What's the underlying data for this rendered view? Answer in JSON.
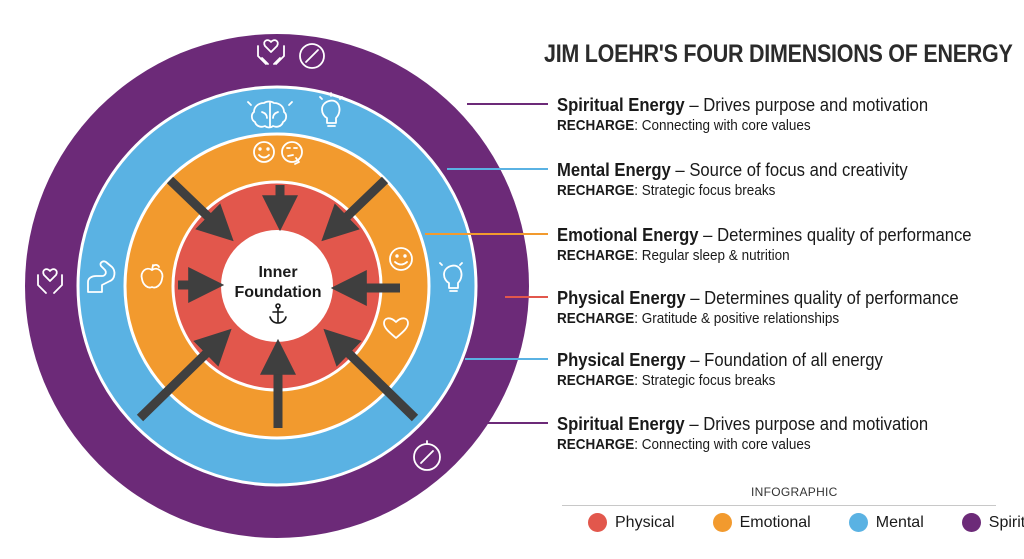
{
  "title": "JIM LOEHR'S FOUR DIMENSIONS OF ENERGY",
  "center": {
    "line1": "Inner",
    "line2": "Foundation"
  },
  "colors": {
    "physical": "#e2574c",
    "emotional": "#f29a2e",
    "mental": "#5ab2e3",
    "spiritual": "#6c2a78",
    "arrow": "#3f3f3f"
  },
  "ring_icons": {
    "spiritual": [
      "hands-heart-icon",
      "compass-icon",
      "hands-heart-icon",
      "compass-icon"
    ],
    "mental": [
      "brain-icon",
      "lightbulb-icon",
      "flexed-arm-icon",
      "lightbulb-icon"
    ],
    "emotional": [
      "smiley-icon",
      "thinking-face-icon",
      "apple-icon",
      "smiley-icon",
      "heart-icon"
    ],
    "center": "anchor-icon"
  },
  "entries": [
    {
      "name": "Spiritual Energy",
      "desc": "– Drives purpose and motivation",
      "recharge_label": "RECHARGE",
      "recharge": ": Connecting with core values",
      "color_key": "spiritual"
    },
    {
      "name": "Mental Energy",
      "desc": "– Source of focus and creativity",
      "recharge_label": "RECHARGE",
      "recharge": ": Strategic focus breaks",
      "color_key": "mental"
    },
    {
      "name": "Emotional Energy",
      "desc": "– Determines quality of performance",
      "recharge_label": "RECHARGE",
      "recharge": ": Regular sleep & nutrition",
      "color_key": "emotional"
    },
    {
      "name": "Physical Energy",
      "desc": "– Determines quality of performance",
      "recharge_label": "RECHARGE",
      "recharge": ": Gratitude & positive relationships",
      "color_key": "physical"
    },
    {
      "name": "Physical Energy",
      "desc": "– Foundation of all energy",
      "recharge_label": "RECHARGE",
      "recharge": ": Strategic focus breaks",
      "color_key": "mental"
    },
    {
      "name": "Spiritual Energy",
      "desc": "– Drives purpose and motivation",
      "recharge_label": "RECHARGE",
      "recharge": ": Connecting with core values",
      "color_key": "spiritual"
    }
  ],
  "legend": {
    "title": "INFOGRAPHIC",
    "items": [
      {
        "label": "Physical",
        "color": "#e2574c"
      },
      {
        "label": "Emotional",
        "color": "#f29a2e"
      },
      {
        "label": "Mental",
        "color": "#5ab2e3"
      },
      {
        "label": "Spiritual",
        "color": "#6c2a78"
      }
    ]
  }
}
